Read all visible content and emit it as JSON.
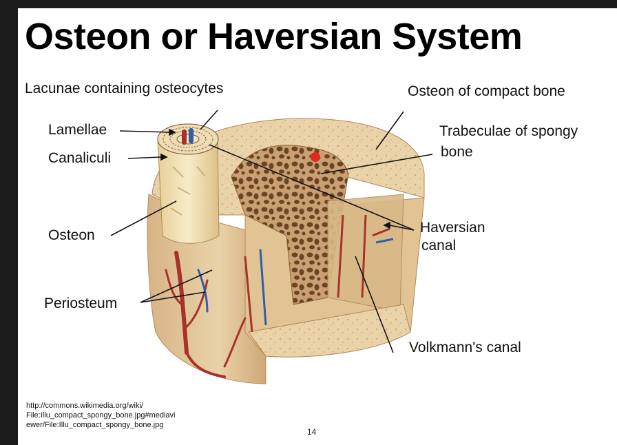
{
  "slide": {
    "title": "Osteon or Haversian System",
    "page_number": "14"
  },
  "labels": {
    "lacunae": "Lacunae containing osteocytes",
    "lamellae": "Lamellae",
    "canaliculi": "Canaliculi",
    "osteon": "Osteon",
    "periosteum": "Periosteum",
    "osteon_compact": "Osteon of compact bone",
    "trabeculae_line1": "Trabeculae of  spongy",
    "trabeculae_line2": "bone",
    "haversian_line1": "Haversian",
    "haversian_line2": "canal",
    "volkmann": "Volkmann's canal"
  },
  "source": {
    "line1": "http://commons.wikimedia.org/wiki/",
    "line2": "File:Illu_compact_spongy_bone.jpg#mediavi",
    "line3": "ewer/File:Illu_compact_spongy_bone.jpg"
  },
  "colors": {
    "bone_light": "#efdcb4",
    "bone_mid": "#dcb98a",
    "bone_dark": "#b98c5c",
    "spongy_cavity": "#6b4426",
    "vessel_red": "#a8322a",
    "vessel_blue": "#2e5fa8"
  }
}
